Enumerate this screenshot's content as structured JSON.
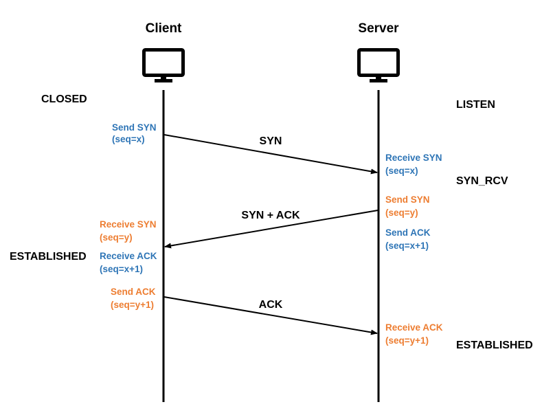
{
  "colors": {
    "line": "#000000",
    "blue": "#2e75b6",
    "orange": "#ed7d31"
  },
  "client": {
    "title": "Client",
    "icon": "monitor-icon",
    "states": {
      "closed": "CLOSED",
      "established": "ESTABLISHED"
    },
    "notes": {
      "send_syn": [
        "Send SYN",
        "(seq=x)"
      ],
      "receive_syn": [
        "Receive SYN",
        "(seq=y)"
      ],
      "receive_ack": [
        "Receive ACK",
        "(seq=x+1)"
      ],
      "send_ack": [
        "Send ACK",
        "(seq=y+1)"
      ]
    }
  },
  "server": {
    "title": "Server",
    "icon": "monitor-icon",
    "states": {
      "listen": "LISTEN",
      "syn_rcv": "SYN_RCV",
      "established": "ESTABLISHED"
    },
    "notes": {
      "receive_syn": [
        "Receive SYN",
        "(seq=x)"
      ],
      "send_syn": [
        "Send SYN",
        "(seq=y)"
      ],
      "send_ack": [
        "Send ACK",
        "(seq=x+1)"
      ],
      "receive_ack": [
        "Receive ACK",
        "(seq=y+1)"
      ]
    }
  },
  "messages": {
    "syn": "SYN",
    "syn_ack": "SYN + ACK",
    "ack": "ACK"
  }
}
